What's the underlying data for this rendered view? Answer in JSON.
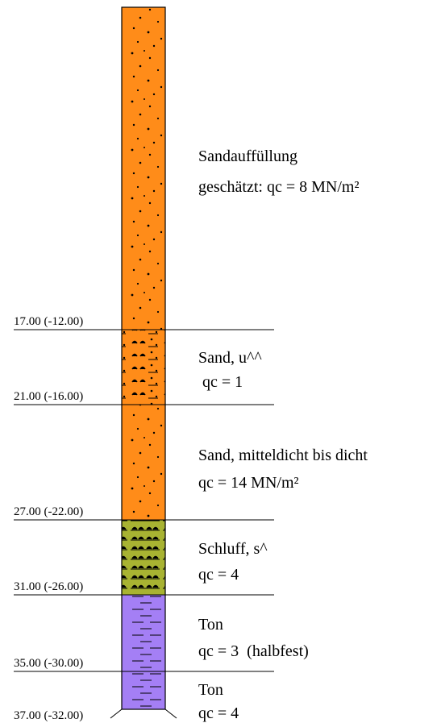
{
  "colors": {
    "sand": "#FF8C19",
    "silt": "#A8B332",
    "clay": "#A47FF5",
    "line": "#000000"
  },
  "layers": [
    {
      "kind": "sand_fill",
      "pattern": "sand-dots",
      "color_key": "sand",
      "depth_label": "17.00 (-12.00)",
      "desc_line1": "Sandauffüllung",
      "desc_line2": "geschätzt: qc = 8 MN/m²"
    },
    {
      "kind": "sand_silty",
      "pattern": "silty-sand",
      "color_key": "sand",
      "depth_label": "21.00 (-16.00)",
      "desc_line1": "Sand, u^^",
      "desc_line2": " qc = 1"
    },
    {
      "kind": "sand_dense",
      "pattern": "sand-dots",
      "color_key": "sand",
      "depth_label": "27.00 (-22.00)",
      "desc_line1": "Sand, mitteldicht bis dicht",
      "desc_line2": "qc = 14 MN/m²"
    },
    {
      "kind": "silt",
      "pattern": "silt-mounds",
      "color_key": "silt",
      "depth_label": "31.00 (-26.00)",
      "desc_line1": "Schluff, s^",
      "desc_line2": "qc = 4"
    },
    {
      "kind": "clay",
      "pattern": "clay-dashes",
      "color_key": "clay",
      "depth_label": "35.00 (-30.00)",
      "desc_line1": "Ton",
      "desc_line2": "qc = 3  (halbfest)"
    },
    {
      "kind": "clay",
      "pattern": "clay-dashes",
      "color_key": "clay",
      "depth_label": "37.00 (-32.00)",
      "desc_line1": "Ton",
      "desc_line2": "qc = 4"
    }
  ]
}
